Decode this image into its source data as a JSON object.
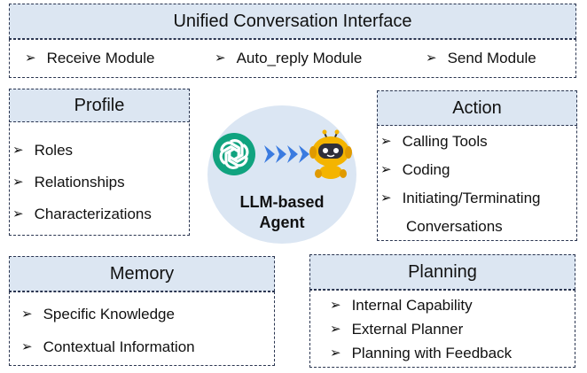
{
  "unified": {
    "title": "Unified Conversation Interface",
    "items": [
      "Receive Module",
      "Auto_reply Module",
      "Send Module"
    ]
  },
  "profile": {
    "title": "Profile",
    "items": [
      "Roles",
      "Relationships",
      "Characterizations"
    ]
  },
  "action": {
    "title": "Action",
    "items": [
      "Calling Tools",
      "Coding",
      "Initiating/Terminating"
    ],
    "continuation": "Conversations"
  },
  "agent": {
    "line1": "LLM-based",
    "line2": "Agent",
    "logo_icon": "openai-logo-icon",
    "robot_icon": "robot-icon",
    "colors": {
      "circle": "#dbe6f3",
      "logo": "#10a37f",
      "arrows": "#3a7be0",
      "robot": "#f4b400"
    }
  },
  "memory": {
    "title": "Memory",
    "items": [
      "Specific Knowledge",
      "Contextual Information"
    ]
  },
  "planning": {
    "title": "Planning",
    "items": [
      "Internal Capability",
      "External Planner",
      "Planning with Feedback"
    ]
  },
  "bullet_symbol": "➢"
}
